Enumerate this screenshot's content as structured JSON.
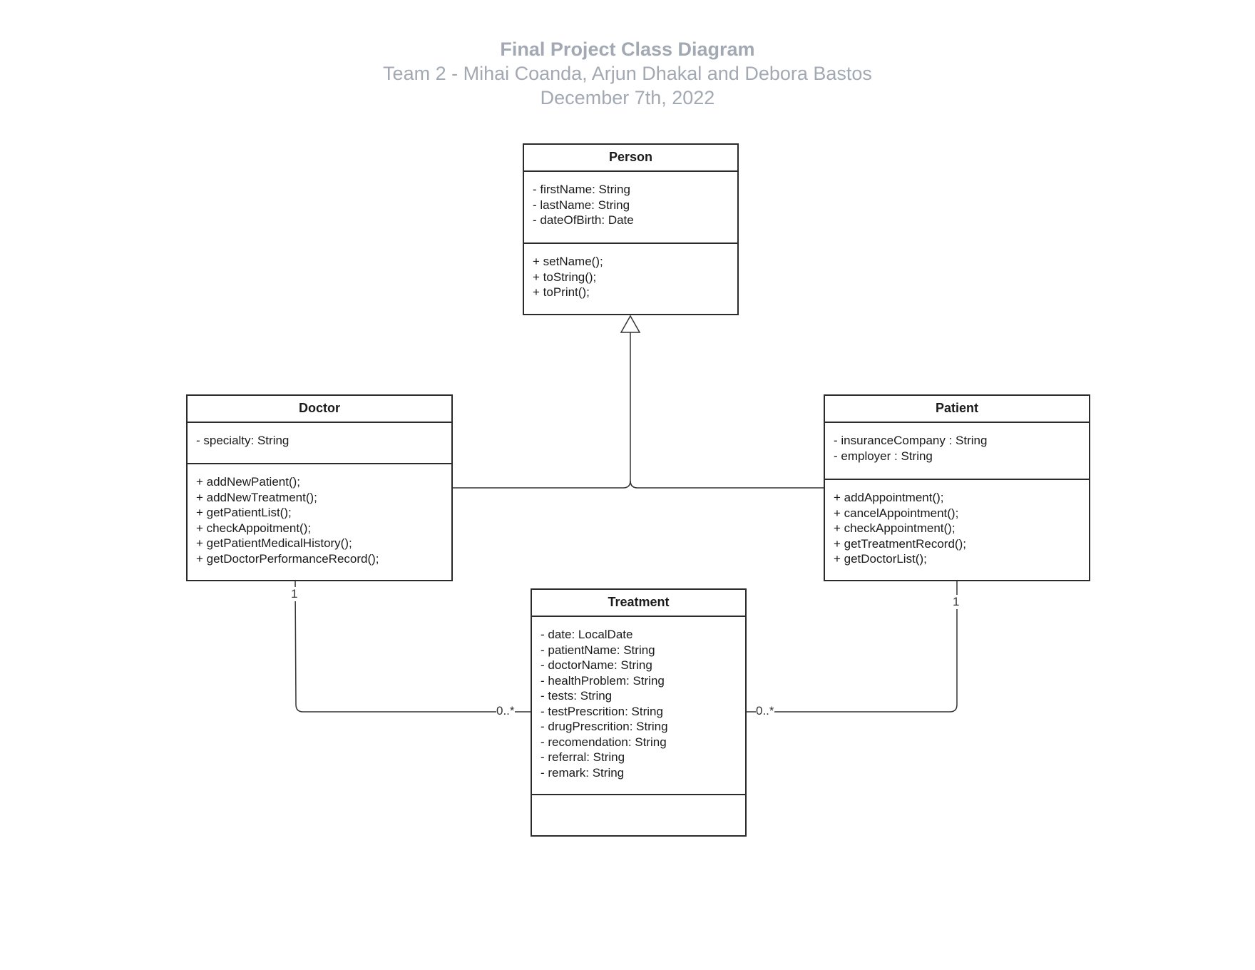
{
  "header": {
    "title": "Final Project Class Diagram",
    "team": "Team 2 - Mihai Coanda, Arjun Dhakal and Debora Bastos",
    "date": "December 7th, 2022"
  },
  "classes": {
    "person": {
      "name": "Person",
      "attributes": [
        "- firstName: String",
        "- lastName: String",
        "- dateOfBirth: Date"
      ],
      "operations": [
        "+ setName();",
        "+ toString();",
        "+ toPrint();"
      ]
    },
    "doctor": {
      "name": "Doctor",
      "attributes": [
        "- specialty: String"
      ],
      "operations": [
        "+ addNewPatient();",
        "+ addNewTreatment();",
        "+ getPatientList();",
        "+ checkAppoitment();",
        "+ getPatientMedicalHistory();",
        "+ getDoctorPerformanceRecord();"
      ]
    },
    "patient": {
      "name": "Patient",
      "attributes": [
        "- insuranceCompany : String",
        "- employer : String"
      ],
      "operations": [
        "+ addAppointment();",
        "+ cancelAppointment();",
        "+ checkAppointment();",
        "+ getTreatmentRecord();",
        "+ getDoctorList();"
      ]
    },
    "treatment": {
      "name": "Treatment",
      "attributes": [
        "- date: LocalDate",
        "- patientName: String",
        "- doctorName: String",
        "- healthProblem: String",
        "- tests: String",
        "- testPrescrition: String",
        "- drugPrescrition: String",
        "- recomendation: String",
        "- referral: String",
        "- remark: String"
      ],
      "operations": []
    }
  },
  "associations": {
    "doctor_treatment": {
      "from_multiplicity": "1",
      "to_multiplicity": "0..*"
    },
    "patient_treatment": {
      "from_multiplicity": "1",
      "to_multiplicity": "0..*"
    }
  }
}
